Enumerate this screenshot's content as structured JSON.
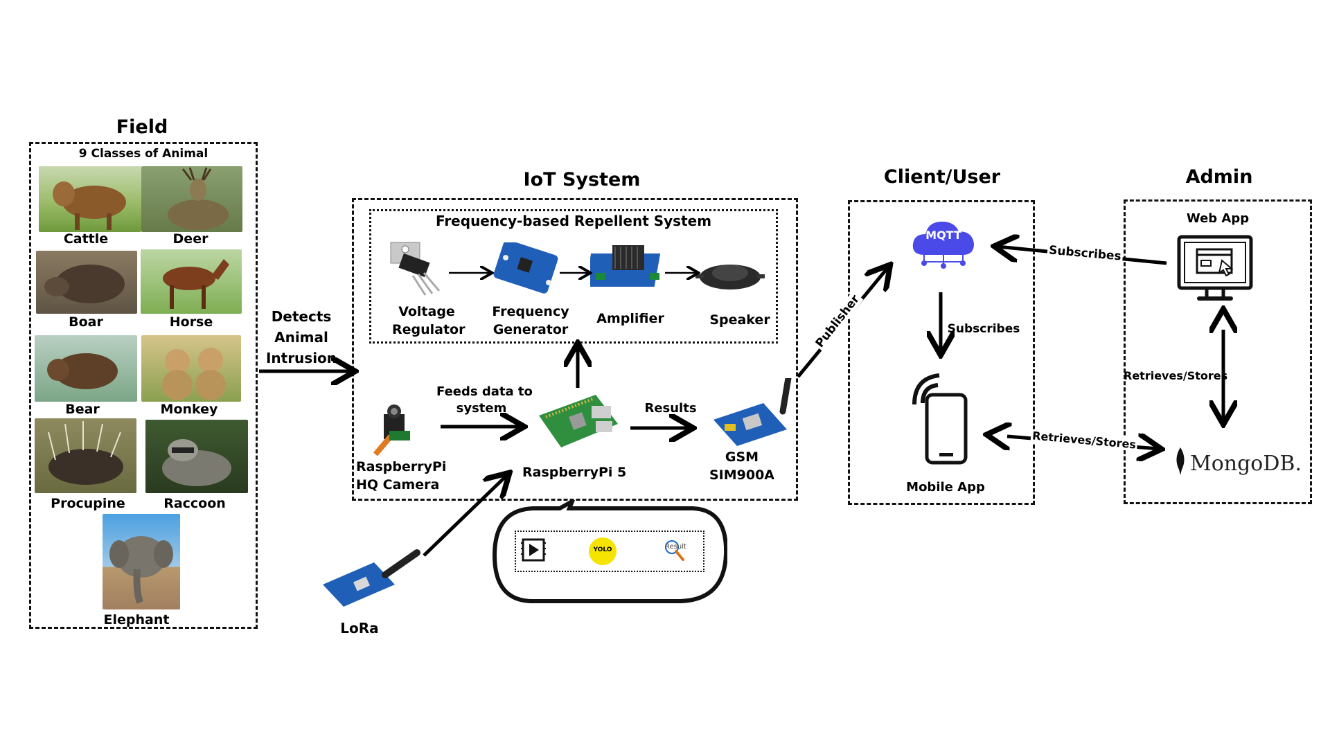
{
  "field": {
    "title": "Field",
    "subtitle": "9 Classes of Animal",
    "animals": [
      {
        "name": "Cattle",
        "color": "#8a5a2b"
      },
      {
        "name": "Deer",
        "color": "#7a6a45"
      },
      {
        "name": "Boar",
        "color": "#5c4a3a"
      },
      {
        "name": "Horse",
        "color": "#7d3e1e"
      },
      {
        "name": "Bear",
        "color": "#6b4a2e"
      },
      {
        "name": "Monkey",
        "color": "#b8945a"
      },
      {
        "name": "Procupine",
        "color": "#4a4034"
      },
      {
        "name": "Raccoon",
        "color": "#6c6c62"
      },
      {
        "name": "Elephant",
        "color": "#7a756c"
      }
    ]
  },
  "flow": {
    "detects": [
      "Detects",
      "Animal",
      "Intrusion"
    ],
    "feeds": [
      "Feeds data to",
      "system"
    ],
    "results": "Results",
    "publisher": "Publisher",
    "subscribes_web": "Subscribes",
    "subscribes_mobile": "Subscribes",
    "retrieves_admin": "Retrieves/Stores",
    "retrieves_mobile": "Retrieves/Stores"
  },
  "iot": {
    "title": "IoT System",
    "repellent_title": "Frequency-based Repellent System",
    "voltage": [
      "Voltage",
      "Regulator"
    ],
    "frequency": [
      "Frequency",
      "Generator"
    ],
    "amplifier": "Amplifier",
    "speaker": "Speaker",
    "camera": [
      "RaspberryPi",
      "HQ Camera"
    ],
    "pi": "RaspberryPi 5",
    "gsm": [
      "GSM",
      "SIM900A"
    ],
    "lora": "LoRa",
    "yolo": "YOLO",
    "result": "Result"
  },
  "client": {
    "title": "Client/User",
    "mqtt": "MQTT",
    "mobile": "Mobile App"
  },
  "admin": {
    "title": "Admin",
    "web": "Web App",
    "mongo": "MongoDB."
  },
  "colors": {
    "mqtt_blue": "#4a4ae8",
    "yolo_yellow": "#f4e400",
    "mongo_green": "#13aa52",
    "pcb_blue": "#1f5fb8",
    "pi_green": "#2f8f3e"
  }
}
